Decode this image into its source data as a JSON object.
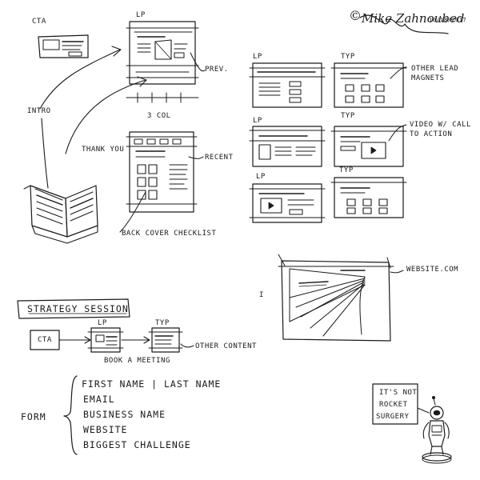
{
  "signature": {
    "name": "Mike Zahnoubed",
    "date": "10/18/2017",
    "mark": "©"
  },
  "top_flow": {
    "cta": "CTA",
    "intro": "INTRO",
    "lp": "LP",
    "prev": "PREV.",
    "three_col": "3 COL",
    "thank_you": "THANK YOU",
    "recent": "RECENT",
    "back_cover": "BACK COVER CHECKLIST"
  },
  "grid": {
    "lp1": "LP",
    "typ1": "TYP",
    "lp2": "LP",
    "typ2": "TYP",
    "lp3": "LP",
    "typ3": "TYP",
    "note1": "OTHER LEAD MAGNETS",
    "note2": "VIDEO W/ CALL TO ACTION"
  },
  "website": {
    "label": "WEBSITE.COM",
    "side_mark": "I"
  },
  "strategy": {
    "title": "STRATEGY SESSION",
    "cta": "CTA",
    "lp": "LP",
    "typ": "TYP",
    "other": "OTHER CONTENT",
    "book": "BOOK A MEETING"
  },
  "form": {
    "label": "FORM",
    "fields": [
      "FIRST NAME | LAST NAME",
      "EMAIL",
      "BUSINESS NAME",
      "WEBSITE",
      "BIGGEST CHALLENGE"
    ]
  },
  "astronaut": {
    "bubble": [
      "IT'S NOT",
      "ROCKET",
      "SURGERY"
    ]
  }
}
